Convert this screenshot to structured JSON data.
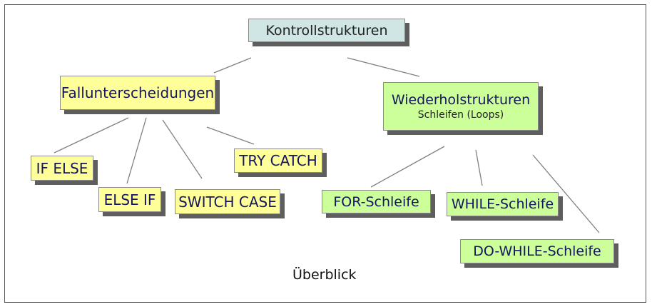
{
  "root": {
    "label": "Kontrollstrukturen"
  },
  "left_group": {
    "label": "Fallunterscheidungen",
    "items": [
      "IF ELSE",
      "ELSE IF",
      "SWITCH CASE",
      "TRY CATCH"
    ]
  },
  "right_group": {
    "label": "Wiederholstrukturen",
    "sublabel": "Schleifen (Loops)",
    "items": [
      "FOR-Schleife",
      "WHILE-Schleife",
      "DO-WHILE-Schleife"
    ]
  },
  "caption": "Überblick",
  "colors": {
    "root": "#cfe6e4",
    "yellow": "#ffff99",
    "green": "#ccff99",
    "text": "#15155e"
  }
}
